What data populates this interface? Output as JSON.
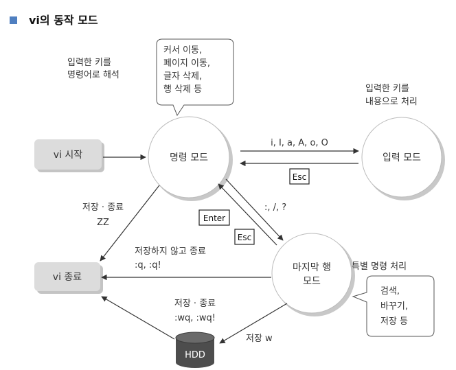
{
  "title": "vi의 동작 모드",
  "colors": {
    "title_marker": "#4f7fc0",
    "start_end_box": "#dcdcdc",
    "hdd_fill": "#4d4d4d",
    "circle_shadow": "#c8c8c8",
    "arrow": "#333333"
  },
  "nodes": {
    "start": "vi 시작",
    "command_mode": "명령 모드",
    "input_mode": "입력 모드",
    "last_line_mode": [
      "마지막 행",
      "모드"
    ],
    "end": "vi 종료",
    "hdd": "HDD"
  },
  "notes": {
    "command_desc": [
      "입력한 키를",
      "명령어로 해석"
    ],
    "command_bubble": [
      "커서 이동,",
      "페이지 이동,",
      "글자 삭제,",
      "행 삭제 등"
    ],
    "input_desc": [
      "입력한 키를",
      "내용으로 처리"
    ],
    "last_line_desc": "특별 명령 처리",
    "last_line_bubble": [
      "검색,",
      "바꾸기,",
      "저장 등"
    ]
  },
  "edges": {
    "to_input": "i, I, a, A, o, O",
    "esc_key": "Esc",
    "to_last_line": ":, /, ?",
    "enter_key": "Enter",
    "esc_key2": "Esc",
    "save_quit_zz": [
      "저장 · 종료",
      "ZZ"
    ],
    "quit_no_save": [
      "저장하지 않고 종료",
      ":q, :q!"
    ],
    "save_quit_wq": [
      "저장 · 종료",
      ":wq, :wq!"
    ],
    "save_w": "저장 w"
  }
}
